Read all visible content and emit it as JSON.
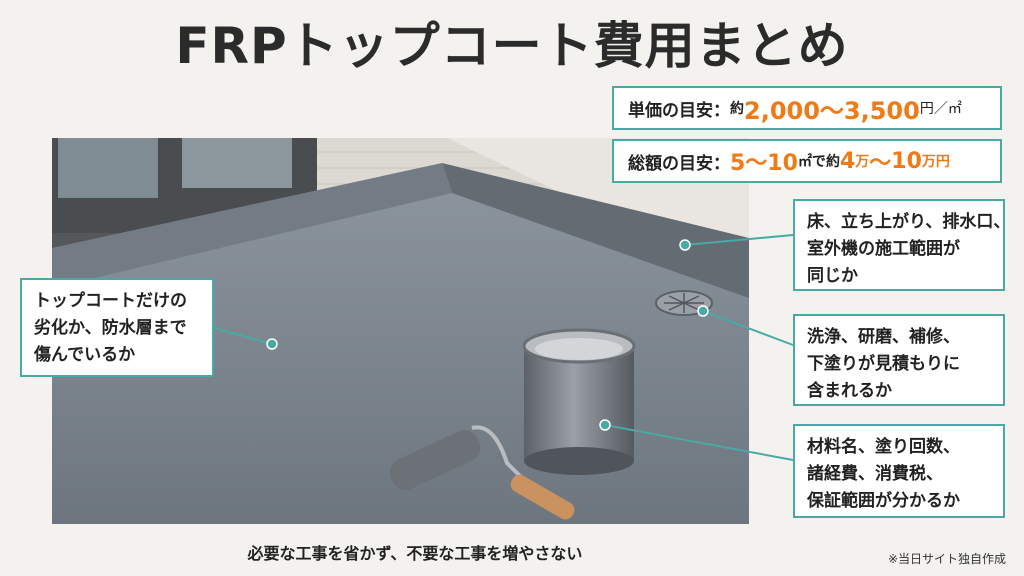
{
  "title": "FRPトップコート費用まとめ",
  "price": {
    "label": "単価の目安：",
    "approx": "約",
    "value": "2,000〜3,500",
    "unit": "円／㎡"
  },
  "total": {
    "label": "総額の目安：",
    "area": "5〜10",
    "area_unit": "㎡で",
    "approx": "約",
    "low": "4",
    "man1": "万",
    "tilde": "〜",
    "high": "10",
    "man2": "万円"
  },
  "notes": {
    "left": [
      "トップコートだけの",
      "劣化か、防水層まで",
      "傷んでいるか"
    ],
    "right1": [
      "床、立ち上がり、排水口、",
      "室外機の施工範囲が",
      "同じか"
    ],
    "right2": [
      "洗浄、研磨、補修、",
      "下塗りが見積もりに",
      "含まれるか"
    ],
    "right3": [
      "材料名、塗り回数、",
      "諸経費、消費税、",
      "保証範囲が分かるか"
    ]
  },
  "caption": "必要な工事を省かず、不要な工事を増やさない",
  "source": "※当日サイト独自作成",
  "colors": {
    "accent": "#f07a16",
    "frame": "#49a9a4"
  }
}
